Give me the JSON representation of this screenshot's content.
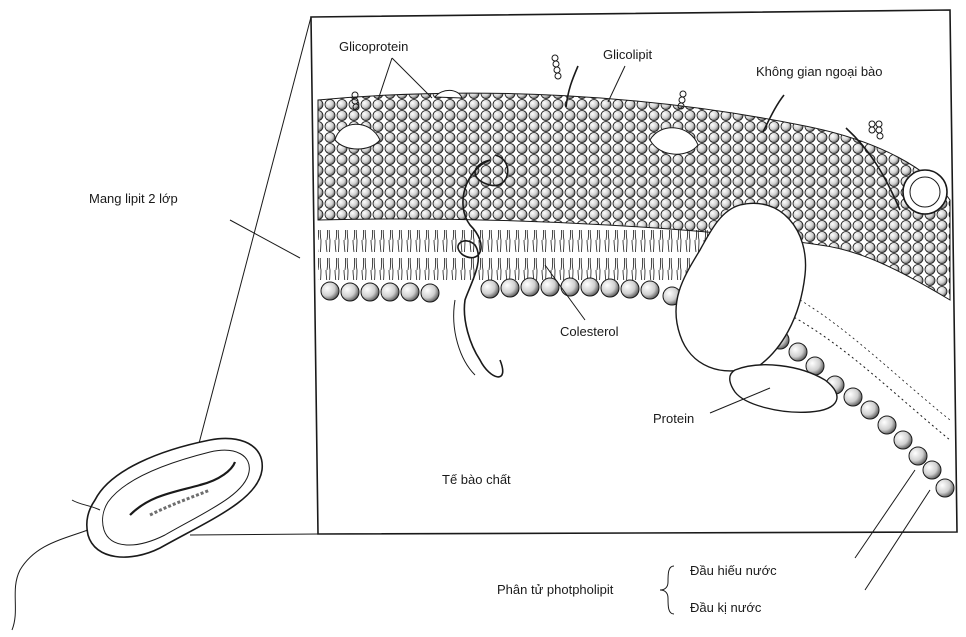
{
  "labels": {
    "glycoprotein": "Glicoprotein",
    "glycolipid": "Glicolipit",
    "extracellular": "Không gian ngoại bào",
    "bilayer": "Mang lipit 2 lớp",
    "cholesterol": "Colesterol",
    "protein": "Protein",
    "cytoplasm": "Tế bào chất",
    "phospholipid": "Phân tử photpholipit",
    "hydrophilic_head": "Đầu hiếu nước",
    "hydrophobic_tail": "Đầu kị nước"
  },
  "colors": {
    "ink": "#1a1a1a",
    "paper": "#ffffff",
    "shade": "#6e6e6e"
  }
}
